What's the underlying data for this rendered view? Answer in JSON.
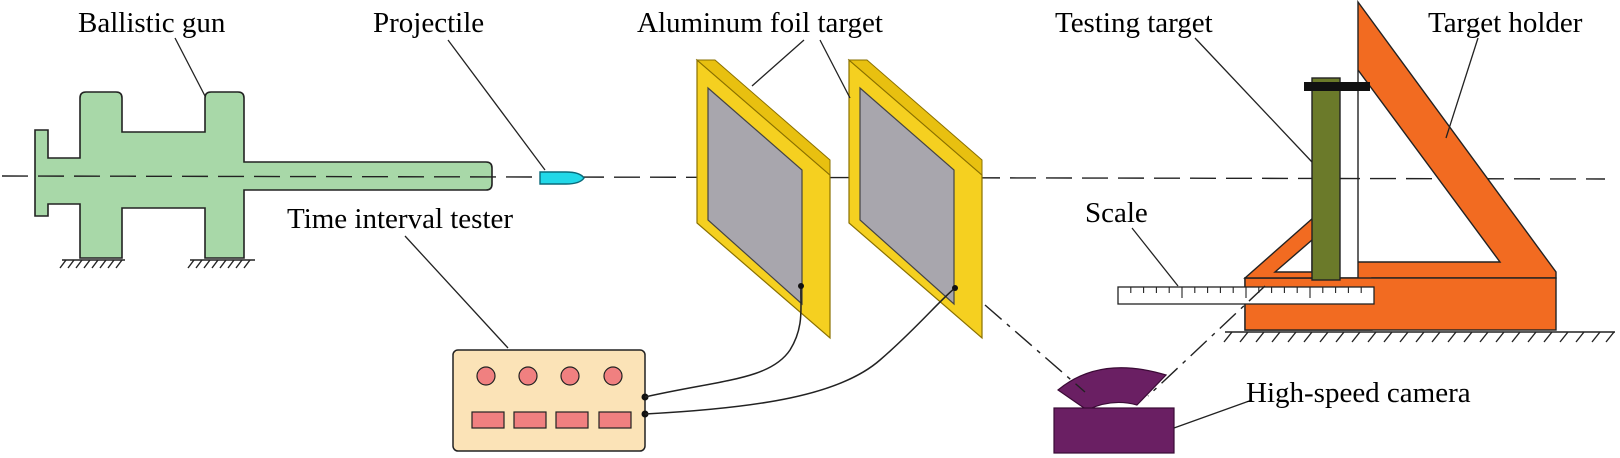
{
  "labels": {
    "ballistic_gun": "Ballistic gun",
    "projectile": "Projectile",
    "aluminum_foil_target": "Aluminum foil target",
    "testing_target": "Testing target",
    "target_holder": "Target holder",
    "time_interval_tester": "Time interval tester",
    "scale": "Scale",
    "high_speed_camera": "High-speed camera"
  },
  "colors": {
    "gun": "#a8d8a8",
    "projectile": "#22d8e8",
    "foil_frame": "#f5d020",
    "foil_face": "#a8a6ad",
    "testing_target": "#6b7a2a",
    "holder": "#f26b21",
    "tester_body": "#fbe3b7",
    "tester_buttons": "#f08080",
    "camera": "#6a1f63"
  },
  "scale_ticks": 20
}
